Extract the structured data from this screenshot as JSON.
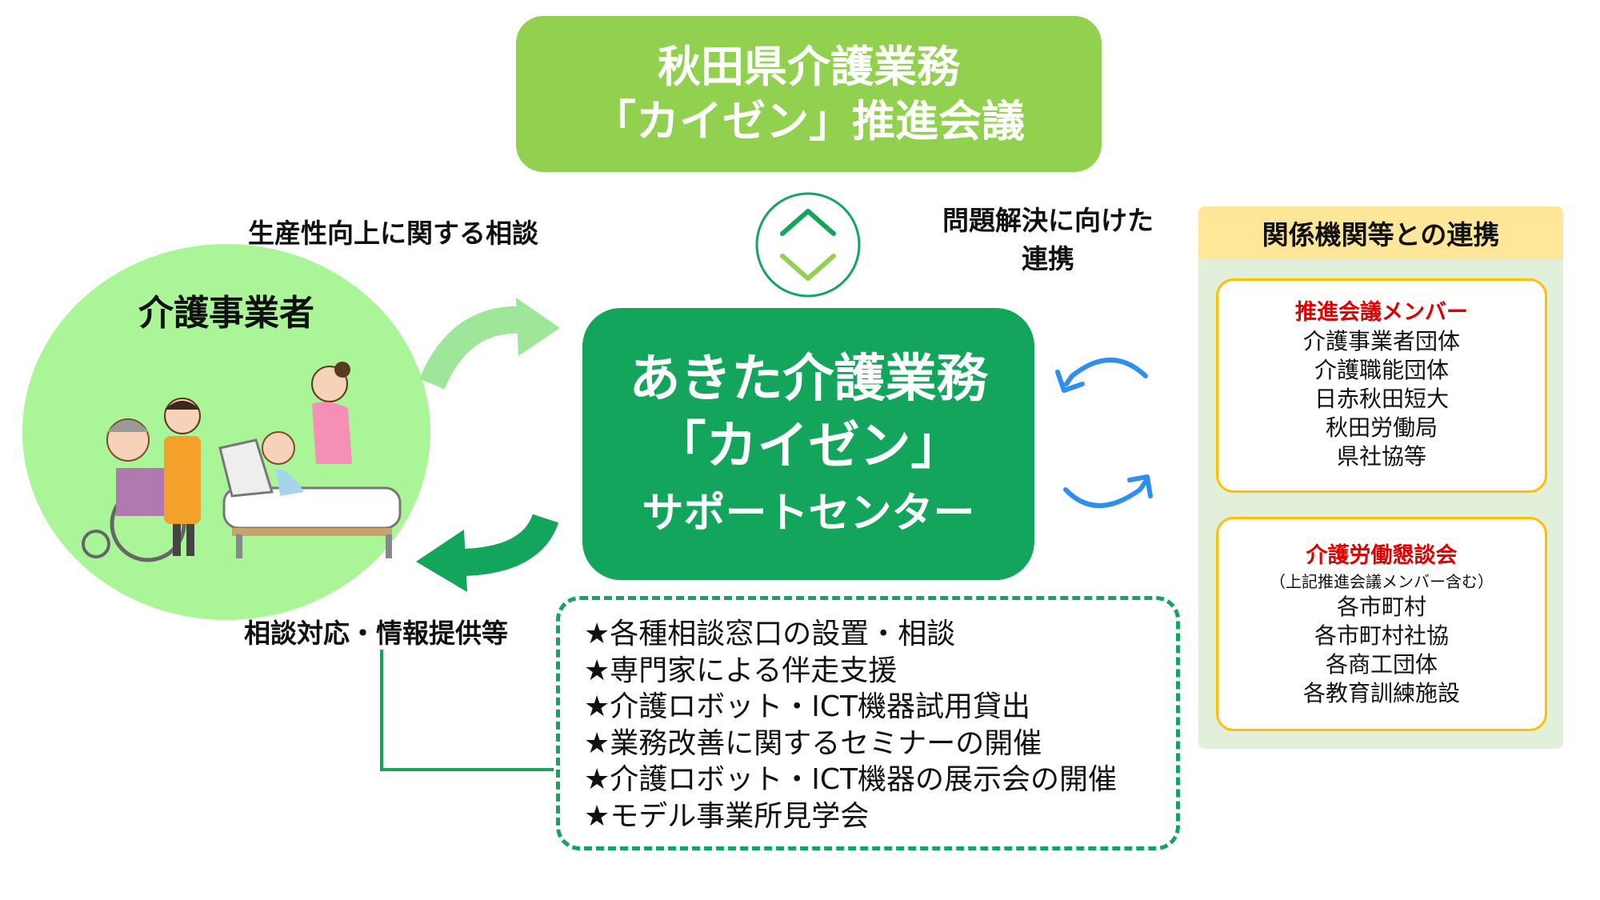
{
  "council": {
    "line1": "秋田県介護業務",
    "line2": "「カイゼン」推進会議"
  },
  "center": {
    "line1": "あきた介護業務",
    "line2": "「カイゼン」",
    "line3": "サポートセンター"
  },
  "provider": {
    "title": "介護事業者"
  },
  "labels": {
    "consult": "生産性向上に関する相談",
    "problem": [
      "問題解決に向けた",
      "連携"
    ],
    "support": "相談対応・情報提供等"
  },
  "services": [
    "★各種相談窓口の設置・相談",
    "★専門家による伴走支援",
    "★介護ロボット・ICT機器試用貸出",
    "★業務改善に関するセミナーの開催",
    "★介護ロボット・ICT機器の展示会の開催",
    "★モデル事業所見学会"
  ],
  "relations": {
    "header": "関係機関等との連携",
    "card1": {
      "title": "推進会議メンバー",
      "items": [
        "介護事業者団体",
        "介護職能団体",
        "日赤秋田短大",
        "秋田労働局",
        "県社協等"
      ]
    },
    "card2": {
      "title": "介護労働懇談会",
      "note": "（上記推進会議メンバー含む）",
      "items": [
        "各市町村",
        "各市町村社協",
        "各商工団体",
        "各教育訓練施設"
      ]
    }
  },
  "colors": {
    "council_green": "#92d050",
    "center_green": "#13a55c",
    "circle_green": "#aaf598",
    "header_yellow": "#ffe699",
    "panel_green": "#e2efda",
    "card_border": "#ffc000",
    "card_title_red": "#e00000",
    "arrow_blue": "#2e8ff0"
  },
  "icons": [
    "chevron-up-icon",
    "chevron-down-icon",
    "curved-arrow-icon",
    "care-worker-illustration"
  ]
}
